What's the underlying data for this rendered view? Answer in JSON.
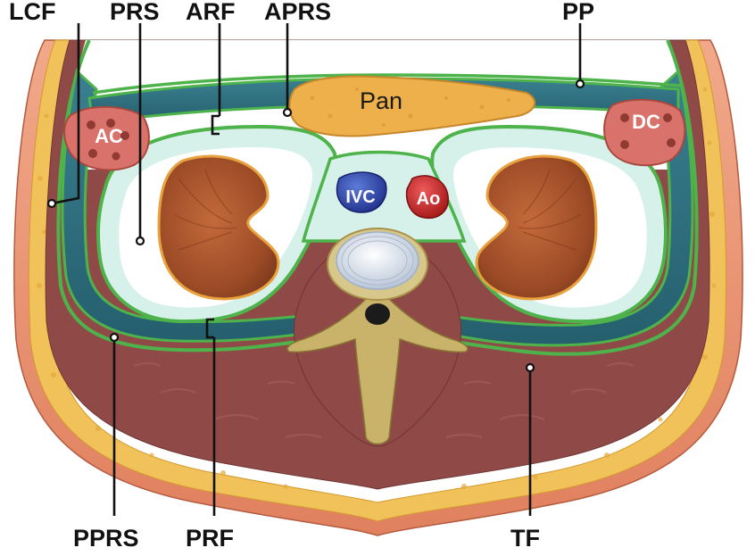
{
  "labels": {
    "lcf": "LCF",
    "prs": "PRS",
    "arf": "ARF",
    "aprs": "APRS",
    "pp": "PP",
    "pprs": "PPRS",
    "prf": "PRF",
    "tf": "TF"
  },
  "structures": {
    "pancreas": "Pan",
    "ascending_colon": "AC",
    "descending_colon": "DC",
    "ivc": "IVC",
    "aorta": "Ao"
  },
  "colors": {
    "fascia_green": "#4db34a",
    "space_teal": "#2f6f7e",
    "space_light": "#d6f0ea",
    "kidney": "#a5532a",
    "muscle": "#8f4a48",
    "fat": "#f1c25a",
    "vertebra": "#c9b36a",
    "ivc_blue": "#2f49b8",
    "aorta_red": "#d02a2a",
    "colon_pink": "#d9726a",
    "pancreas_orange": "#eeb04a"
  }
}
